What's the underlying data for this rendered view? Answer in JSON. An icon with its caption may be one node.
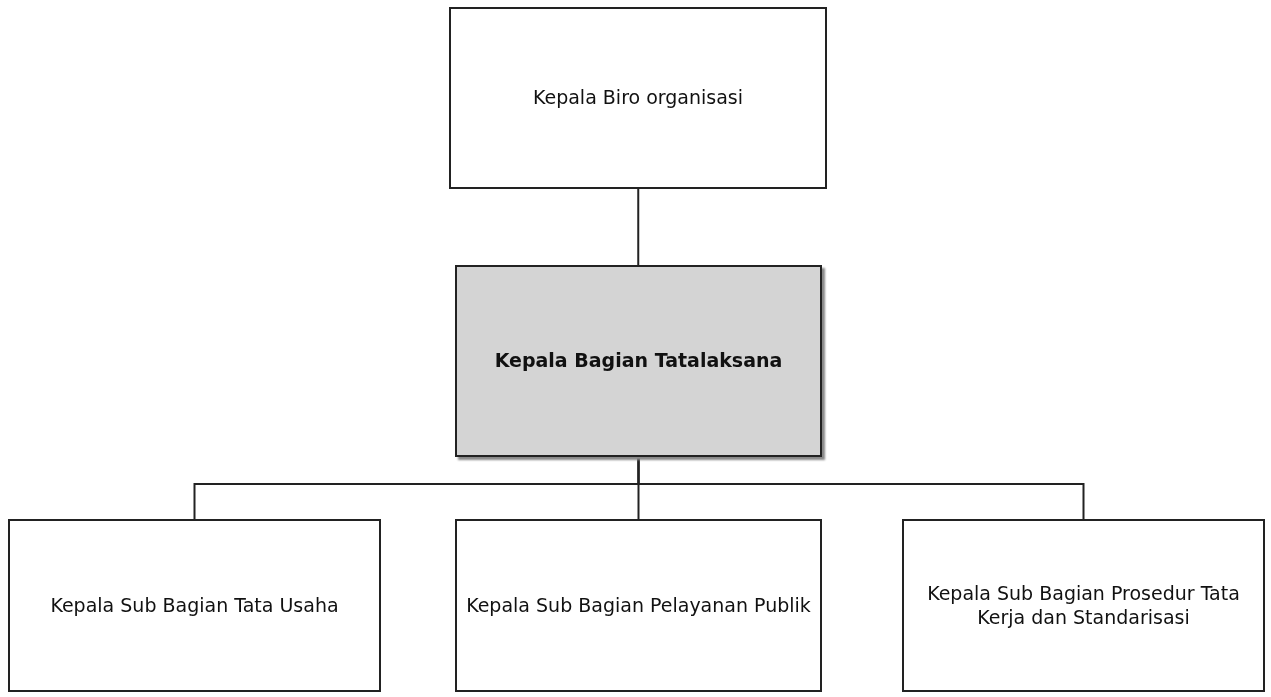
{
  "diagram": {
    "nodes": [
      {
        "text": [
          "Kepala Biro organisasi"
        ]
      },
      {
        "text": [
          "Kepala Bagian Tatalaksana"
        ]
      },
      {
        "text": [
          "Kepala Sub Bagian Tata Usaha"
        ]
      },
      {
        "text": [
          "Kepala Sub Bagian Pelayanan Publik"
        ]
      },
      {
        "text": [
          "Kepala Sub Bagian Prosedur Tata Kerja dan Standarisasi"
        ]
      }
    ],
    "edges": [
      {
        "from": 0,
        "to": 1,
        "arrow": "none"
      },
      {
        "from": 1,
        "to": 2,
        "arrow": "none"
      },
      {
        "from": 1,
        "to": 3,
        "arrow": "none"
      },
      {
        "from": 1,
        "to": 4,
        "arrow": "none"
      }
    ]
  }
}
